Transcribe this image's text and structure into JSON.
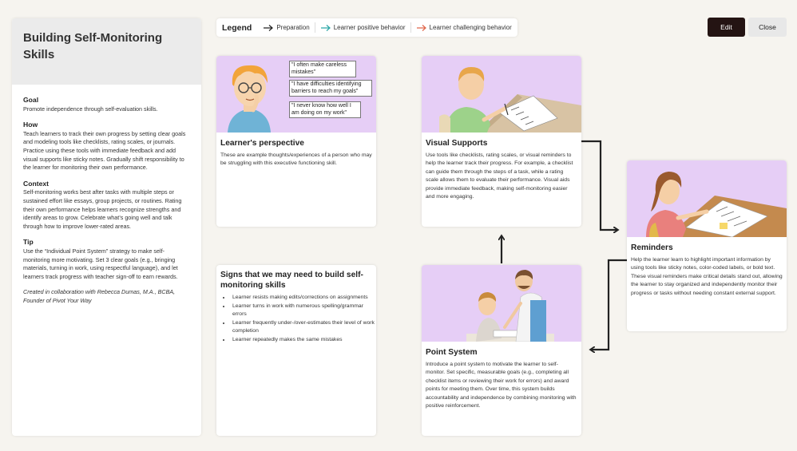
{
  "panel": {
    "title": "Building Self-Monitoring Skills",
    "sections": [
      {
        "heading": "Goal",
        "text": "Promote independence through self-evaluation skills."
      },
      {
        "heading": "How",
        "text": "Teach learners to track their own progress by setting clear goals and modeling tools like checklists, rating scales, or journals. Practice using these tools with immediate feedback and add visual supports like sticky notes. Gradually shift responsibility to the learner for monitoring their own performance."
      },
      {
        "heading": "Context",
        "text": "Self-monitoring works best after tasks with multiple steps or sustained effort like essays, group projects, or routines. Rating their own performance helps learners recognize strengths and identify areas to grow. Celebrate what’s going well and talk through how to improve lower-rated areas."
      },
      {
        "heading": "Tip",
        "text": "Use the “Individual Point System” strategy to make self-monitoring more motivating. Set 3 clear goals (e.g., bringing materials, turning in work, using respectful language), and let learners track progress with teacher sign-off to earn rewards."
      }
    ],
    "credit": "Created in collaboration with Rebecca Dumas, M.A., BCBA, Founder of Pivot Your Way"
  },
  "legend": {
    "title": "Legend",
    "items": [
      {
        "label": "Preparation",
        "color": "#222222"
      },
      {
        "label": "Learner positive behavior",
        "color": "#2aa6a6"
      },
      {
        "label": "Learner challenging behavior",
        "color": "#e0664a"
      }
    ]
  },
  "buttons": {
    "edit": "Edit",
    "close": "Close"
  },
  "cards": {
    "perspective": {
      "title": "Learner's perspective",
      "text": "These are example thoughts/experiences of a person who may be struggling with this executive functioning skill.",
      "bubbles": [
        "\"I often make careless mistakes\"",
        "\"I have difficulties identifying barriers to reach my goals\"",
        "\"I never know how well I am doing on my work\""
      ]
    },
    "signs": {
      "title": "Signs that we may need to build self-monitoring skills",
      "items": [
        "Learner resists making edits/corrections on assignments",
        "Learner turns in work with numerous spelling/grammar errors",
        "Learner frequently under-/over-estimates their level of work completion",
        "Learner repeatedly makes the same mistakes"
      ]
    },
    "visual": {
      "title": "Visual Supports",
      "text": "Use tools like checklists, rating scales, or visual reminders to help the learner track their progress. For example, a checklist can guide them through the steps of a task, while a rating scale allows them to evaluate their performance. Visual aids provide immediate feedback, making self-monitoring easier and more engaging."
    },
    "points": {
      "title": "Point System",
      "text": "Introduce a point system to motivate the learner to self-monitor. Set specific, measurable goals (e.g., completing all checklist items or reviewing their work for errors) and award points for meeting them. Over time, this system builds accountability and independence by combining monitoring with positive reinforcement."
    },
    "reminders": {
      "title": "Reminders",
      "text": "Help the learner learn to highlight important information by using tools like sticky notes, color-coded labels, or bold text. These visual reminders make critical details stand out, allowing the learner to stay organized and independently monitor their progress or tasks without needing constant external support."
    }
  },
  "colors": {
    "card_image_bg": "#e6cef6",
    "edit_button_bg": "#241413",
    "arrow": "#222222"
  }
}
